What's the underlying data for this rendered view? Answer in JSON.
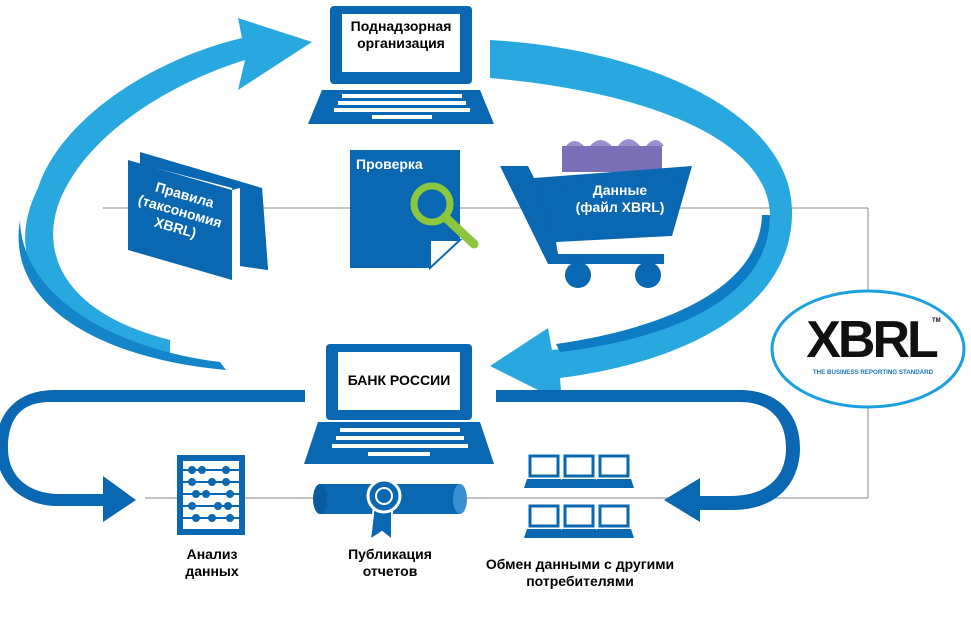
{
  "nodes": {
    "supervised_org": "Поднадзорная организация",
    "rules": "Правила\n(таксономия\nXBRL)",
    "check": "Проверка",
    "data": "Данные\n(файл XBRL)",
    "bank": "БАНК РОССИИ",
    "analysis": "Анализ\nданных",
    "publication": "Публикация\nотчетов",
    "exchange": "Обмен данными с другими\nпотребителями"
  },
  "logo": {
    "text": "XBRL",
    "tagline": "THE BUSINESS REPORTING STANDARD",
    "tm": "TM"
  },
  "colors": {
    "primary_blue": "#0a67b2",
    "light_blue": "#29a8e0",
    "dark_blue": "#003a7a",
    "green_magnifier": "#8cc63f",
    "purple_files": "#7b6fb8"
  }
}
